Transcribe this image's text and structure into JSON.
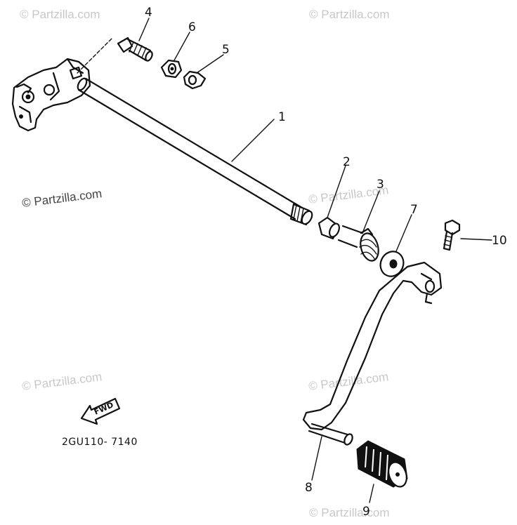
{
  "watermarks": [
    "© Partzilla.com",
    "© Partzilla.com",
    "© Partzilla.com",
    "© Partzilla.com",
    "© Partzilla.com",
    "© Partzilla.com",
    "© Partzilla.com"
  ],
  "callouts": {
    "c1": "1",
    "c2": "2",
    "c3": "3",
    "c4": "4",
    "c5": "5",
    "c6": "6",
    "c7": "7",
    "c8": "8",
    "c9": "9",
    "c10": "10"
  },
  "forward_badge": "FWD",
  "diagram_code": "2GU110- 7140"
}
